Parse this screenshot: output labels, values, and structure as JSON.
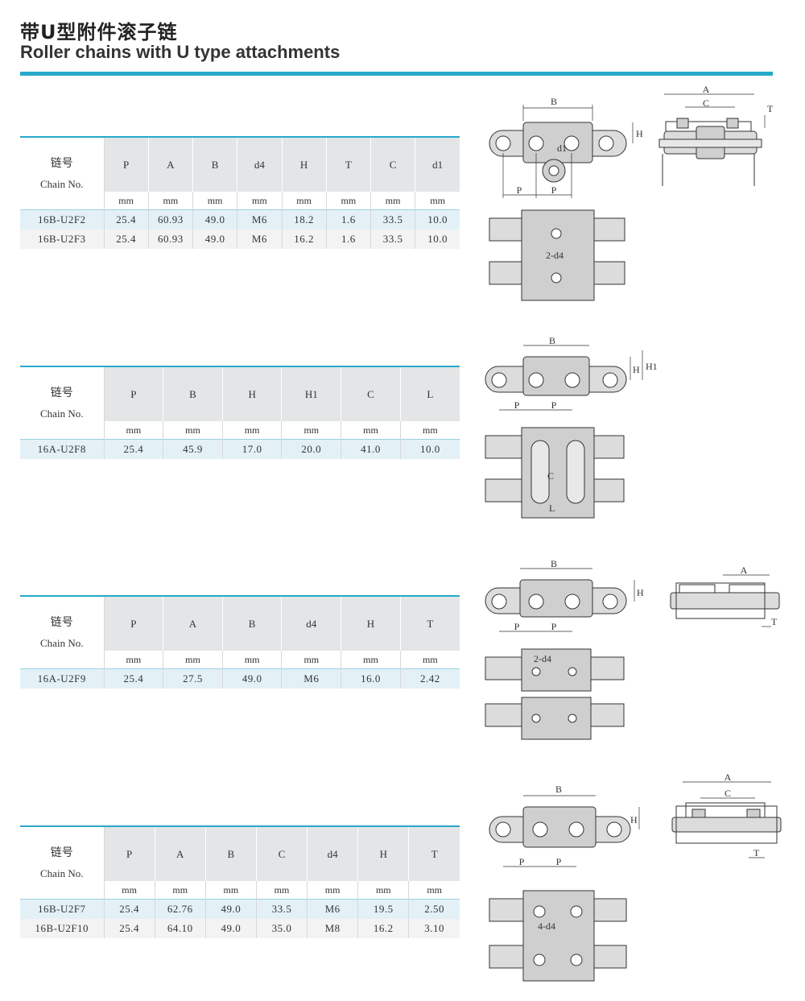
{
  "title_zh": "带U型附件滚子链",
  "title_en": "Roller chains with U type attachments",
  "accent_color": "#27a9c9",
  "chain_header_zh": "链号",
  "chain_header_en": "Chain No.",
  "unit": "mm",
  "tables": [
    {
      "columns": [
        "P",
        "A",
        "B",
        "d4",
        "H",
        "T",
        "C",
        "d1"
      ],
      "rows": [
        [
          "16B-U2F2",
          "25.4",
          "60.93",
          "49.0",
          "M6",
          "18.2",
          "1.6",
          "33.5",
          "10.0"
        ],
        [
          "16B-U2F3",
          "25.4",
          "60.93",
          "49.0",
          "M6",
          "16.2",
          "1.6",
          "33.5",
          "10.0"
        ]
      ]
    },
    {
      "columns": [
        "P",
        "B",
        "H",
        "H1",
        "C",
        "L"
      ],
      "rows": [
        [
          "16A-U2F8",
          "25.4",
          "45.9",
          "17.0",
          "20.0",
          "41.0",
          "10.0"
        ]
      ]
    },
    {
      "columns": [
        "P",
        "A",
        "B",
        "d4",
        "H",
        "T"
      ],
      "rows": [
        [
          "16A-U2F9",
          "25.4",
          "27.5",
          "49.0",
          "M6",
          "16.0",
          "2.42"
        ]
      ]
    },
    {
      "columns": [
        "P",
        "A",
        "B",
        "C",
        "d4",
        "H",
        "T"
      ],
      "rows": [
        [
          "16B-U2F7",
          "25.4",
          "62.76",
          "49.0",
          "33.5",
          "M6",
          "19.5",
          "2.50"
        ],
        [
          "16B-U2F10",
          "25.4",
          "64.10",
          "49.0",
          "35.0",
          "M8",
          "16.2",
          "3.10"
        ]
      ]
    }
  ],
  "drawing_labels": {
    "P": "P",
    "A": "A",
    "B": "B",
    "C": "C",
    "H": "H",
    "H1": "H1",
    "T": "T",
    "L": "L",
    "d1": "d1",
    "d4_2": "2-d4",
    "d4_4": "4-d4"
  }
}
